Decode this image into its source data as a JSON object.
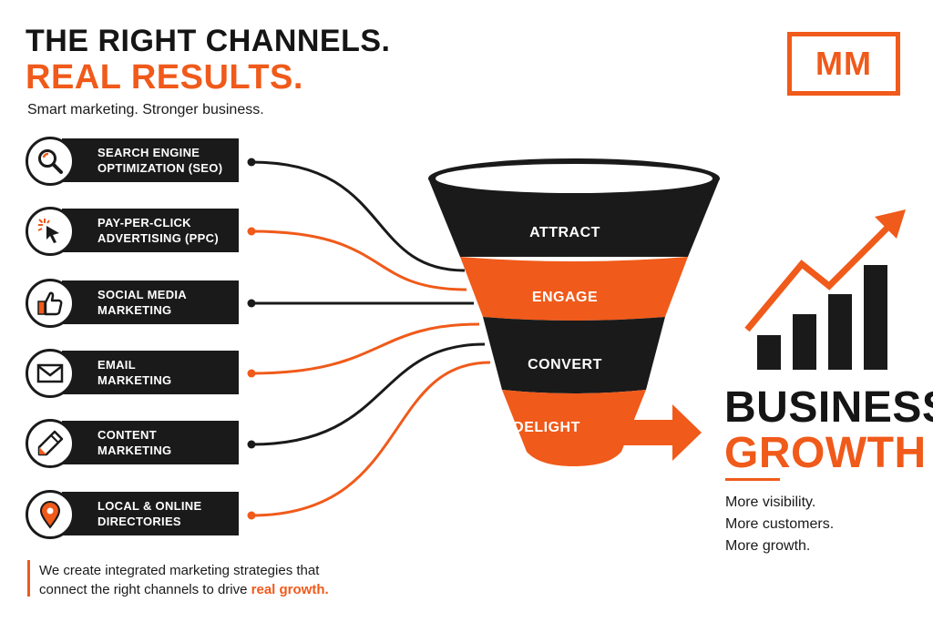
{
  "header": {
    "title_line1": "THE RIGHT CHANNELS.",
    "title_line2": "REAL RESULTS.",
    "subtitle": "Smart marketing. Stronger business."
  },
  "logo": {
    "text": "MM"
  },
  "channels": [
    {
      "line1": "SEARCH ENGINE",
      "line2": "OPTIMIZATION (SEO)",
      "icon": "magnifier-icon",
      "connector": "black"
    },
    {
      "line1": "PAY-PER-CLICK",
      "line2": "ADVERTISING (PPC)",
      "icon": "cursor-click-icon",
      "connector": "orange"
    },
    {
      "line1": "SOCIAL MEDIA",
      "line2": "MARKETING",
      "icon": "thumbs-up-icon",
      "connector": "black"
    },
    {
      "line1": "EMAIL",
      "line2": "MARKETING",
      "icon": "envelope-icon",
      "connector": "orange"
    },
    {
      "line1": "CONTENT",
      "line2": "MARKETING",
      "icon": "pencil-icon",
      "connector": "black"
    },
    {
      "line1": "LOCAL & ONLINE",
      "line2": "DIRECTORIES",
      "icon": "map-pin-icon",
      "connector": "orange"
    }
  ],
  "funnel": {
    "stages": [
      {
        "label": "ATTRACT",
        "color": "#1a1a1a"
      },
      {
        "label": "ENGAGE",
        "color": "#f05a1a"
      },
      {
        "label": "CONVERT",
        "color": "#1a1a1a"
      },
      {
        "label": "DELIGHT",
        "color": "#f05a1a"
      }
    ]
  },
  "growth": {
    "line1": "BUSINESS",
    "line2": "GROWTH",
    "bullets": [
      "More visibility.",
      "More customers.",
      "More growth."
    ],
    "icon": "rising-bar-chart-icon"
  },
  "footer": {
    "text_line1": "We create integrated marketing strategies that",
    "text_line2": "connect the right channels to drive ",
    "highlight": "real growth."
  },
  "colors": {
    "accent": "#f05a1a",
    "dark": "#1a1a1a"
  }
}
